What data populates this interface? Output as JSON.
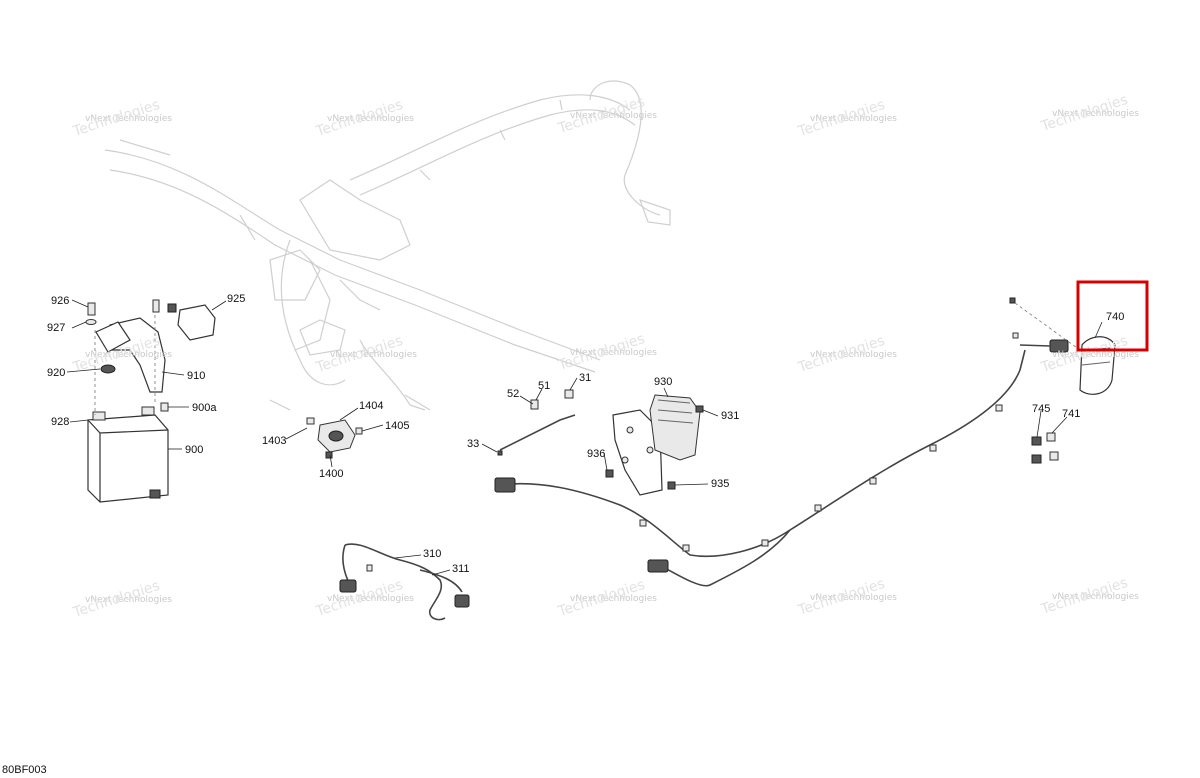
{
  "labels": {
    "l926": "926",
    "l927": "927",
    "l925": "925",
    "l920": "920",
    "l910": "910",
    "l900a": "900a",
    "l928": "928",
    "l900": "900",
    "l1404": "1404",
    "l1403": "1403",
    "l1405": "1405",
    "l1400": "1400",
    "l52": "52",
    "l51": "51",
    "l31": "31",
    "l33": "33",
    "l930": "930",
    "l931": "931",
    "l936": "936",
    "l935": "935",
    "l740": "740",
    "l745": "745",
    "l741": "741",
    "l310": "310",
    "l311": "311"
  },
  "watermark": {
    "line1": "vNext Technologies",
    "line2": "Technologies"
  },
  "diagram_code": "80BF003",
  "highlight_color": "#d50000"
}
